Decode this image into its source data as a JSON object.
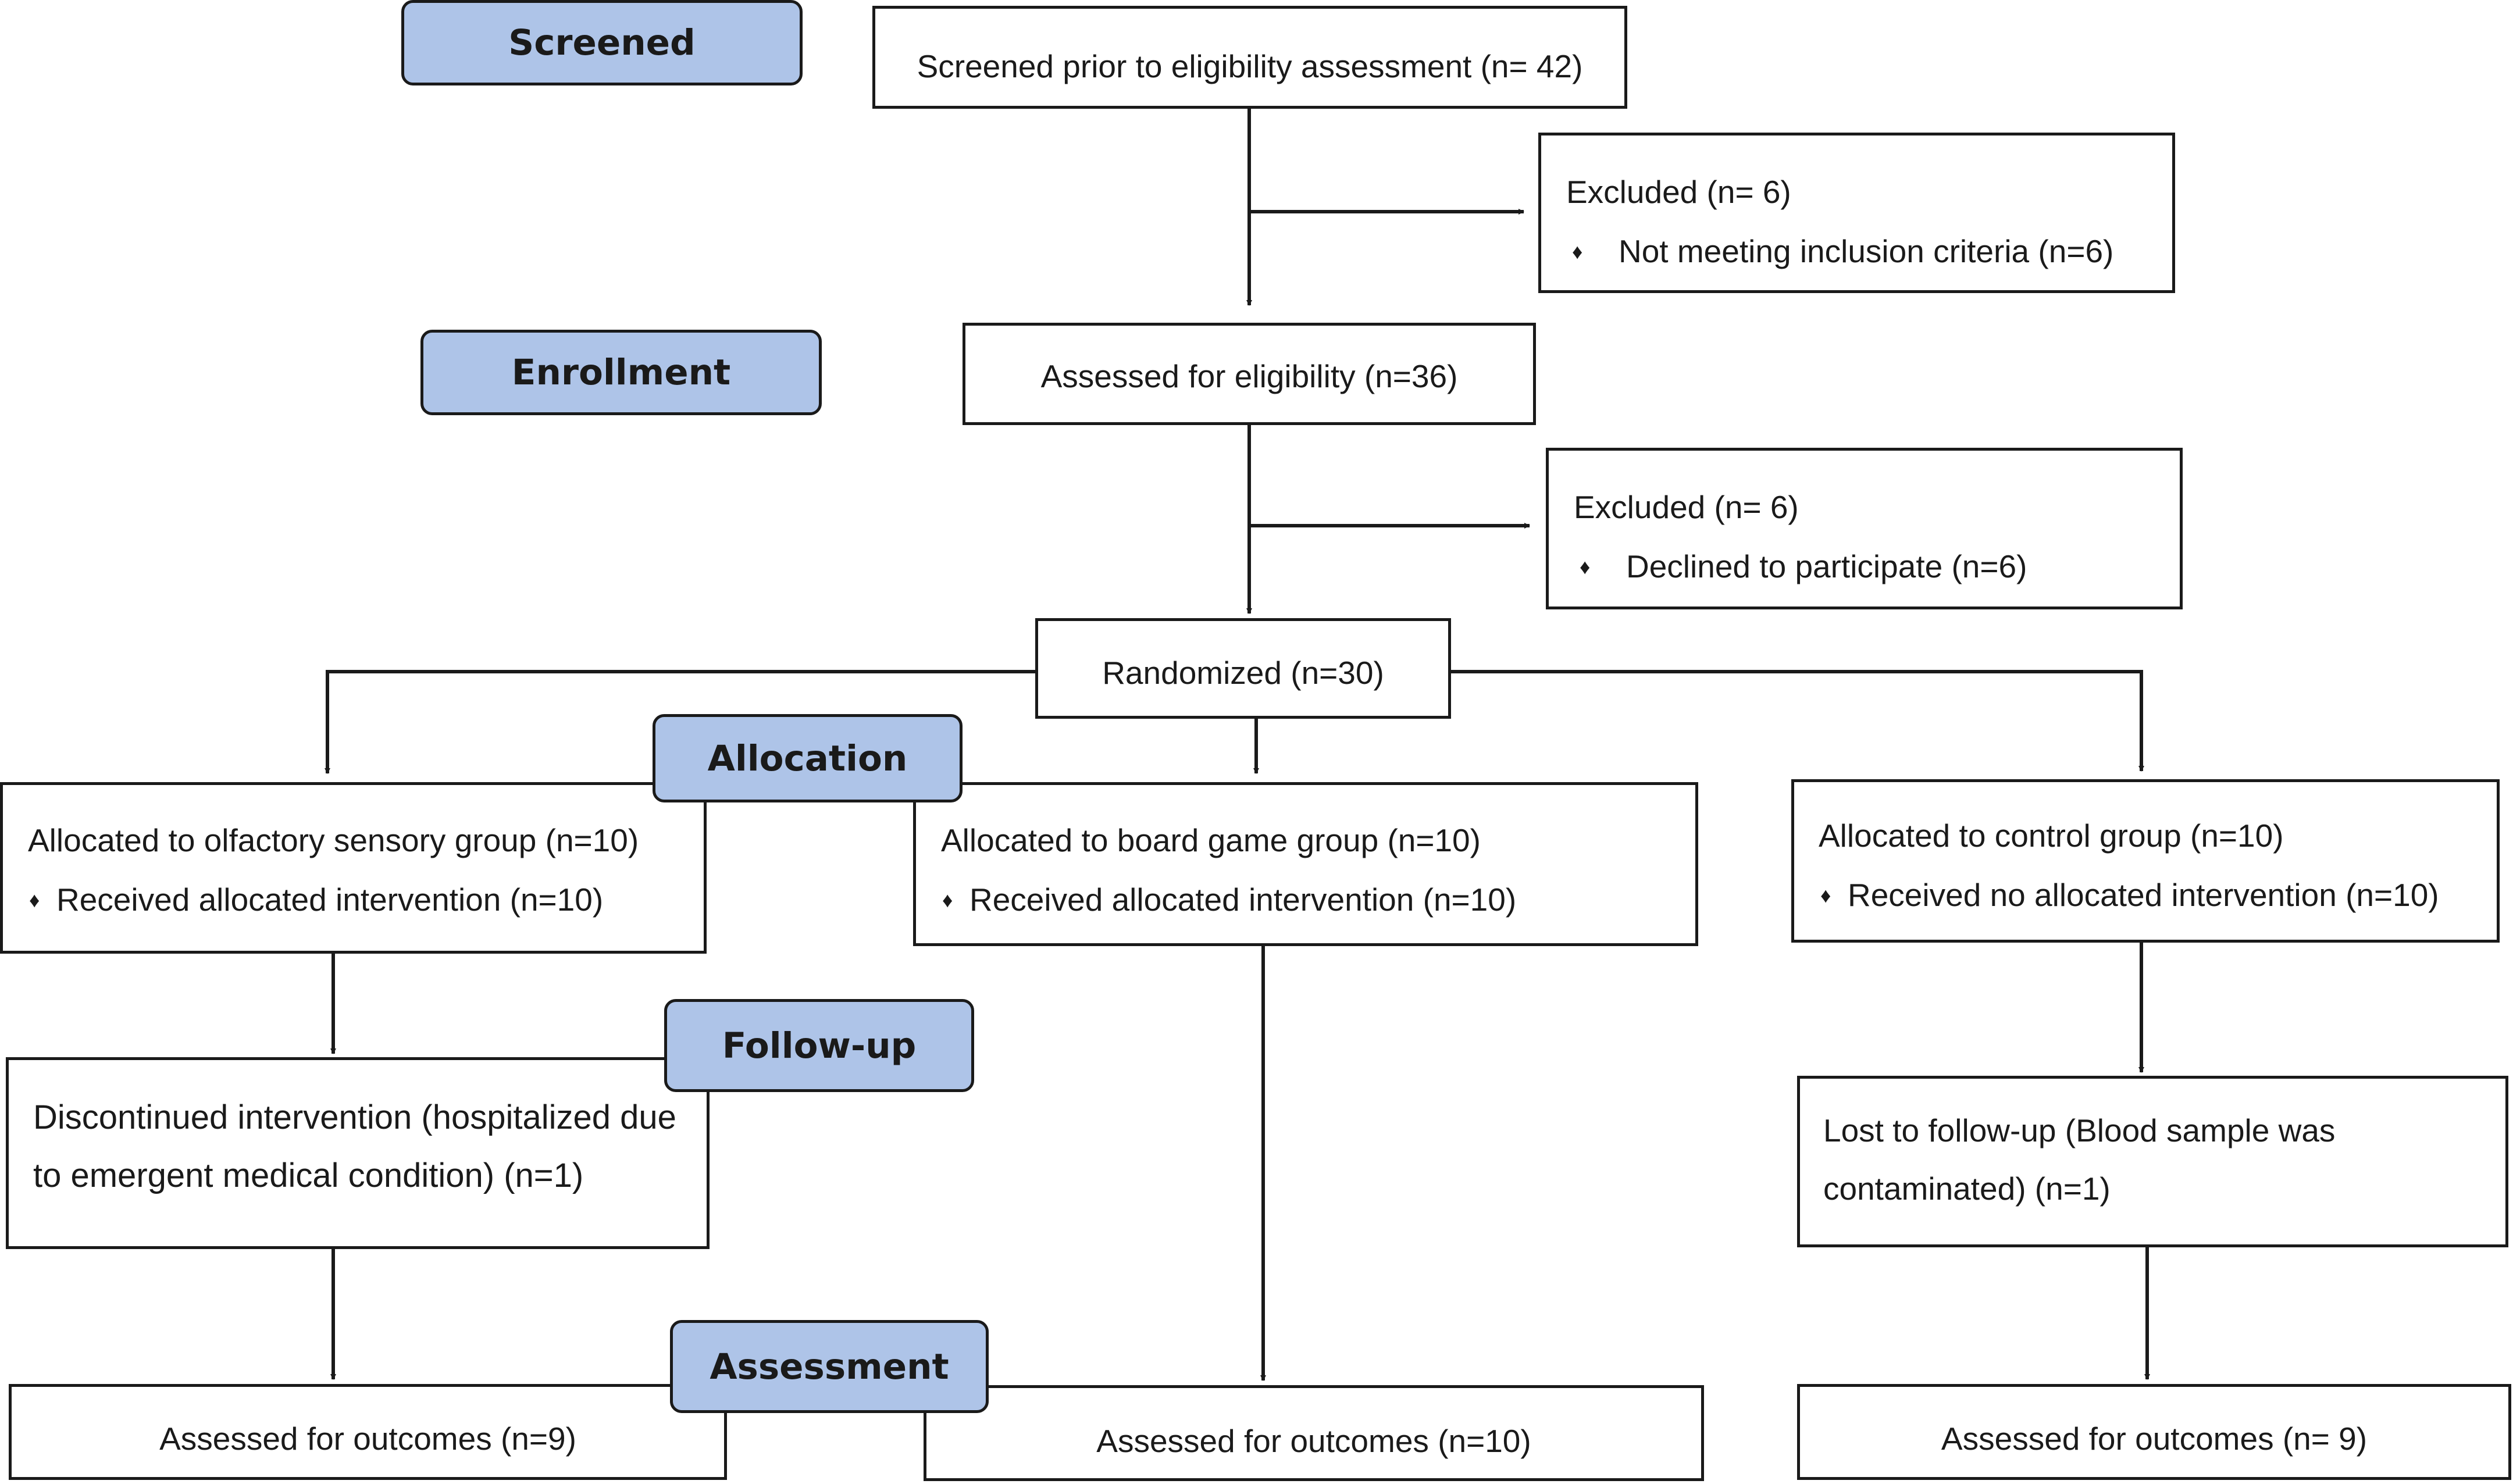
{
  "stages": {
    "screened": "Screened",
    "enrollment": "Enrollment",
    "allocation": "Allocation",
    "followup": "Follow-up",
    "assessment": "Assessment"
  },
  "bullet": "♦",
  "boxes": {
    "screened": {
      "text": "Screened prior to eligibility assessment (n= 42)"
    },
    "excluded1": {
      "title": "Excluded (n= 6)",
      "item": "Not meeting inclusion criteria (n=6)"
    },
    "eligibility": {
      "text": "Assessed for eligibility (n=36)"
    },
    "excluded2": {
      "title": "Excluded (n= 6)",
      "item": "Declined to participate (n=6)"
    },
    "randomized": {
      "text": "Randomized (n=30)"
    },
    "olfactory": {
      "title": "Allocated to olfactory sensory group (n=10)",
      "item": "Received allocated intervention (n=10)"
    },
    "boardgame": {
      "title": "Allocated to board game group (n=10)",
      "item": "Received allocated intervention (n=10)"
    },
    "control": {
      "title": "Allocated to control group (n=10)",
      "item": "Received no allocated intervention (n=10)"
    },
    "discontinued": {
      "line1": "Discontinued intervention (hospitalized due",
      "line2": "to emergent medical condition) (n=1)"
    },
    "lost": {
      "line1": "Lost to follow-up (Blood sample was",
      "line2": "contaminated) (n=1)"
    },
    "outcome_olf": {
      "text": "Assessed for outcomes (n=9)"
    },
    "outcome_board": {
      "text": "Assessed for outcomes (n=10)"
    },
    "outcome_ctrl": {
      "text": "Assessed for outcomes (n= 9)"
    }
  },
  "colors": {
    "stage_fill": "#aec4e8",
    "line": "#1a1a1a"
  }
}
